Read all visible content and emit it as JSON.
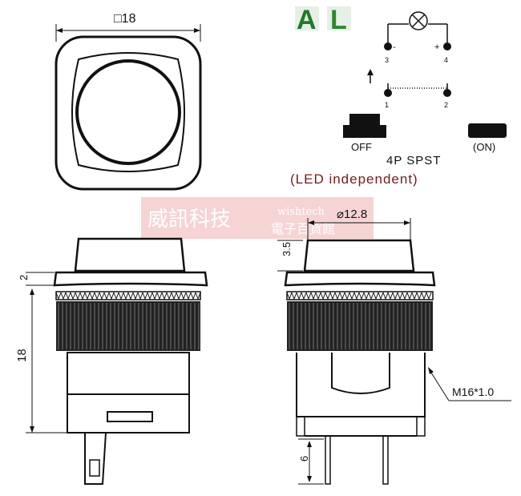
{
  "top_view": {
    "dim_label": "□18"
  },
  "logos": {
    "letter_a": "A",
    "letter_l": "L"
  },
  "schematic": {
    "pins": [
      "3",
      "4",
      "1",
      "2"
    ],
    "minus": "-",
    "plus": "+",
    "off_label": "OFF",
    "on_label": "(ON)",
    "type_label": "4P SPST",
    "note_label": "(LED independent)"
  },
  "watermark": {
    "chinese": "威訊科技",
    "brand": "wishtech",
    "sub": "電子百貨館"
  },
  "front_view": {
    "dim_flange": "2",
    "dim_height": "18"
  },
  "side_view": {
    "dim_diameter": "⌀12.8",
    "dim_cap": "3.5",
    "dim_thread": "M16*1.0",
    "dim_pin": "6"
  },
  "colors": {
    "line": "#111111",
    "logo_a": "#1e7a2a",
    "logo_l": "#2b8a2e",
    "schematic_text": "#7a1a1a",
    "watermark": "#e8a0a0"
  }
}
